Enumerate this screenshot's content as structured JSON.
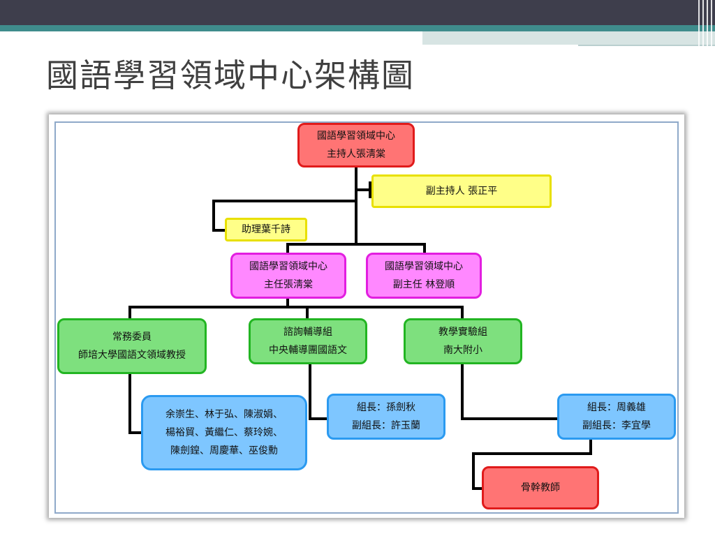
{
  "slide": {
    "title": "國語學習領域中心架構圖",
    "colors": {
      "header_dark": "#3e3e4c",
      "header_teal": "#3f8c8c",
      "red": "#ff7474",
      "yellow": "#ffff88",
      "pink": "#ff88ff",
      "green": "#7ee07e",
      "blue": "#7ec6ff"
    }
  },
  "chart": {
    "center": {
      "line1": "國語學習領域中心",
      "line2": "主持人張淸棠"
    },
    "deputy_host": "副主持人  張正平",
    "assistant": "助理葉千詩",
    "director": {
      "line1": "國語學習領域中心",
      "line2": "主任張淸棠"
    },
    "deputy_director": {
      "line1": "國語學習領域中心",
      "line2": "副主任  林登順"
    },
    "standing": {
      "line1": "常務委員",
      "line2": "師培大學國語文領域教授"
    },
    "counseling": {
      "line1": "諮詢輔導組",
      "line2": "中央輔導團國語文"
    },
    "experiment": {
      "line1": "教學實驗組",
      "line2": "南大附小"
    },
    "members": {
      "line1": "余崇生、林于弘、陳淑娟、",
      "line2": "楊裕貿、黃繼仁、蔡玲婉、",
      "line3": "陳劍鍠、周慶華、巫俊勳"
    },
    "counseling_leaders": {
      "line1": "組長：孫劍秋",
      "line2": "副組長：許玉蘭"
    },
    "experiment_leaders": {
      "line1": "組長：周義雄",
      "line2": "副組長：李宜學"
    },
    "core_teachers": "骨幹教師"
  }
}
